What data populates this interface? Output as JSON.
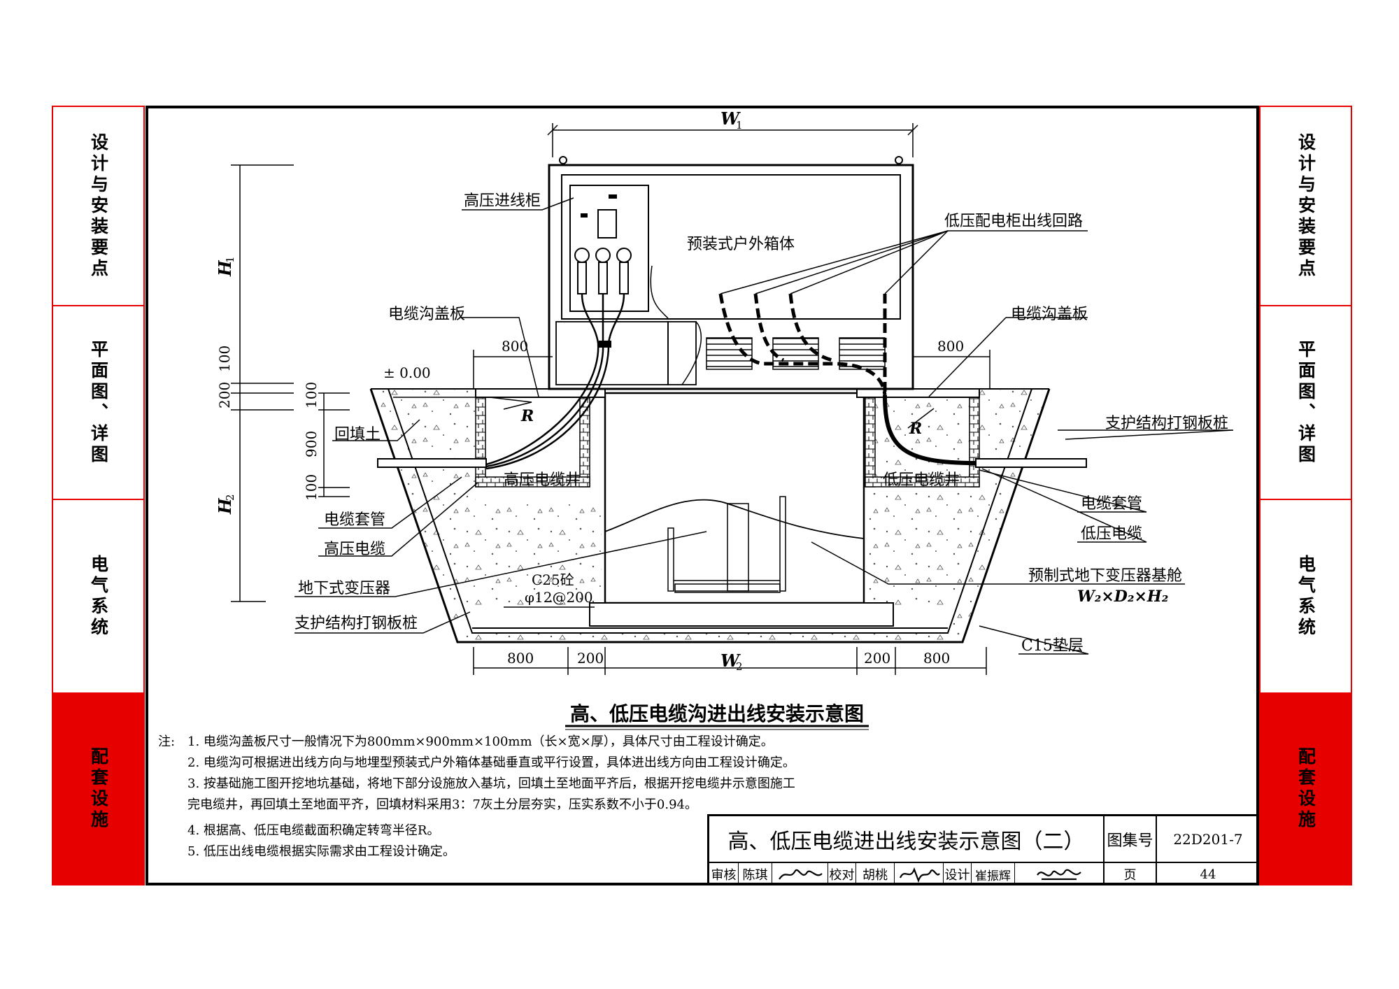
{
  "sidebar": {
    "sections": [
      {
        "label": "设计与安装要点",
        "active": false
      },
      {
        "label": "平面图、详图",
        "active": false
      },
      {
        "label": "电气系统",
        "active": false
      },
      {
        "label": "配套设施",
        "active": true
      }
    ]
  },
  "drawing": {
    "dims": {
      "w1": "W",
      "w1_sub": "1",
      "h1": "H",
      "h1_sub": "1",
      "h2": "H",
      "h2_sub": "2",
      "w2": "W",
      "w2_sub": "2",
      "d100_top": "100",
      "d200": "200",
      "d100_a": "100",
      "d900": "900",
      "d100_b": "100",
      "d800_left_top": "800",
      "d800_right_top": "800",
      "zero_level": "± 0.00",
      "r_left": "R",
      "r_right": "R",
      "bottom_800_left": "800",
      "bottom_200_left": "200",
      "bottom_200_right": "200",
      "bottom_800_right": "800"
    },
    "labels": {
      "hv_incoming_cabinet": "高压进线柜",
      "prefab_outdoor_box": "预装式户外箱体",
      "lv_outgoing_circuit": "低压配电柜出线回路",
      "cable_trench_cover_left": "电缆沟盖板",
      "cable_trench_cover_right": "电缆沟盖板",
      "backfill": "回填土",
      "hv_cable_well": "高压电缆井",
      "lv_cable_well": "低压电缆井",
      "cable_sleeve_left": "电缆套管",
      "cable_sleeve_right": "电缆套管",
      "hv_cable": "高压电缆",
      "lv_cable": "低压电缆",
      "underground_transformer": "地下式变压器",
      "steel_sheet_pile_left": "支护结构打钢板桩",
      "steel_sheet_pile_right": "支护结构打钢板桩",
      "prefab_base_cabin": "预制式地下变压器基舱",
      "base_cabin_dims": "W₂×D₂×H₂",
      "c25_concrete": "C25砼",
      "rebar": "φ12@200",
      "c15_cushion": "C15垫层"
    },
    "caption": "高、低压电缆沟进出线安装示意图"
  },
  "notes": {
    "prefix": "注:",
    "items": [
      "1.  电缆沟盖板尺寸一般情况下为800mm×900mm×100mm（长×宽×厚），具体尺寸由工程设计确定。",
      "2.  电缆沟可根据进出线方向与地埋型预装式户外箱体基础垂直或平行设置，具体进出线方向由工程设计确定。",
      "3.  按基础施工图开挖地坑基础，将地下部分设施放入基坑，回填土至地面平齐后，根据开挖电缆井示意图施工",
      "     完电缆井，再回填土至地面平齐，回填材料采用3：7灰土分层夯实，压实系数不小于0.94。",
      "4.  根据高、低压电缆截面积确定转弯半径R。",
      "5.  低压出线电缆根据实际需求由工程设计确定。"
    ]
  },
  "title_block": {
    "title": "高、低压电缆进出线安装示意图（二）",
    "atlas_label": "图集号",
    "atlas_no": "22D201-7",
    "review_label": "审核",
    "reviewer": "陈琪",
    "check_label": "校对",
    "checker": "胡桃",
    "design_label": "设计",
    "designer": "崔振辉",
    "page_label": "页",
    "page_no": "44"
  },
  "colors": {
    "accent": "#e60000",
    "line": "#000000"
  }
}
